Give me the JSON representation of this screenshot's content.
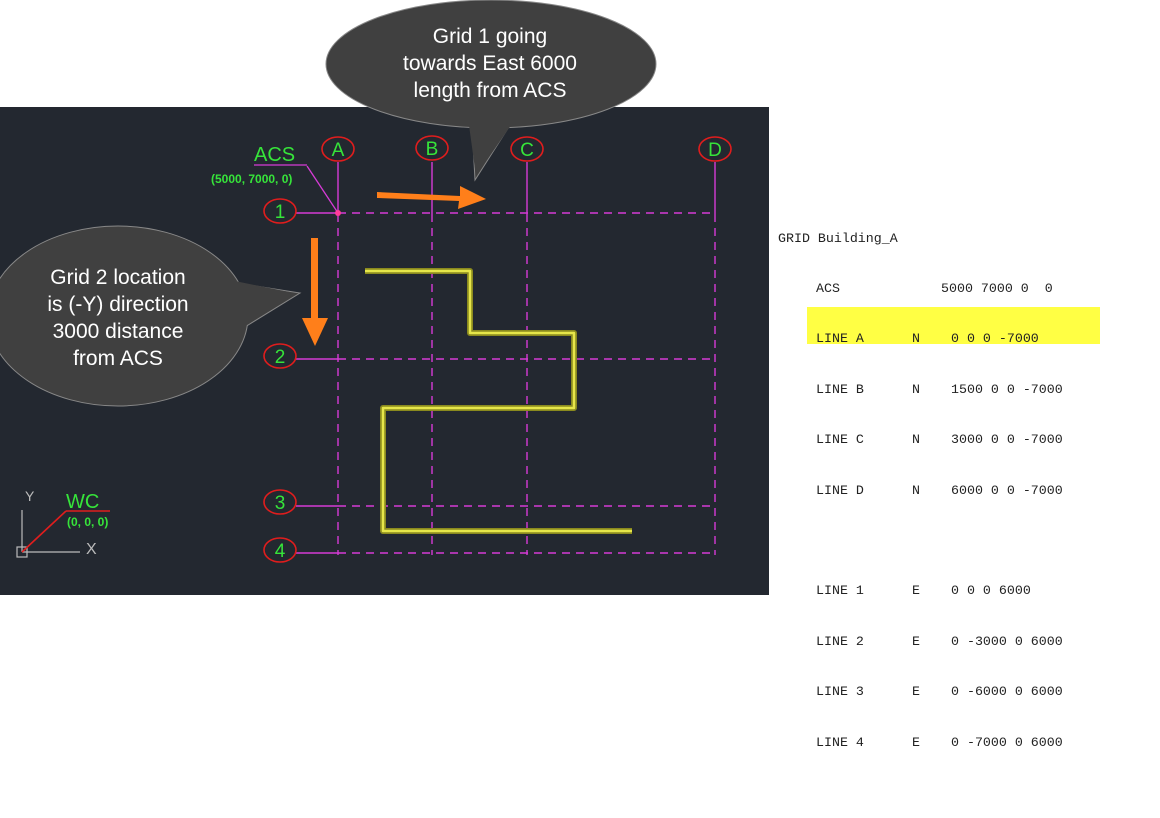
{
  "cad": {
    "columns": [
      "A",
      "B",
      "C",
      "D"
    ],
    "rows": [
      "1",
      "2",
      "3",
      "4"
    ],
    "acs_label": "ACS",
    "acs_coords": "(5000, 7000, 0)",
    "wcs_label": "WC",
    "wcs_coords": "(0, 0, 0)",
    "axis_y": "Y",
    "axis_x": "X",
    "colors": {
      "background": "#232830",
      "grid": "#d63bd6",
      "label": "#36e43a",
      "bubble": "#e01d1d",
      "path": "#e6e64a",
      "arrow": "#ff7f1a",
      "callout": "#404040"
    }
  },
  "callouts": {
    "top": [
      "Grid 1 going",
      "towards East 6000",
      "length from ACS"
    ],
    "left": [
      "Grid 2 location",
      "is (-Y) direction",
      "3000 distance",
      "from ACS"
    ]
  },
  "grid_text": {
    "title": "GRID Building_A",
    "acs": {
      "name": "ACS",
      "values": "5000 7000 0  0"
    },
    "lines": [
      {
        "name": "LINE A",
        "dir": "N",
        "values": "0 0 0 -7000"
      },
      {
        "name": "LINE B",
        "dir": "N",
        "values": "1500 0 0 -7000"
      },
      {
        "name": "LINE C",
        "dir": "N",
        "values": "3000 0 0 -7000"
      },
      {
        "name": "LINE D",
        "dir": "N",
        "values": "6000 0 0 -7000"
      }
    ],
    "lines2": [
      {
        "name": "LINE 1",
        "dir": "E",
        "values": "0 0 0 6000"
      },
      {
        "name": "LINE 2",
        "dir": "E",
        "values": "0 -3000 0 6000"
      },
      {
        "name": "LINE 3",
        "dir": "E",
        "values": "0 -6000 0 6000"
      },
      {
        "name": "LINE 4",
        "dir": "E",
        "values": "0 -7000 0 6000"
      }
    ]
  }
}
